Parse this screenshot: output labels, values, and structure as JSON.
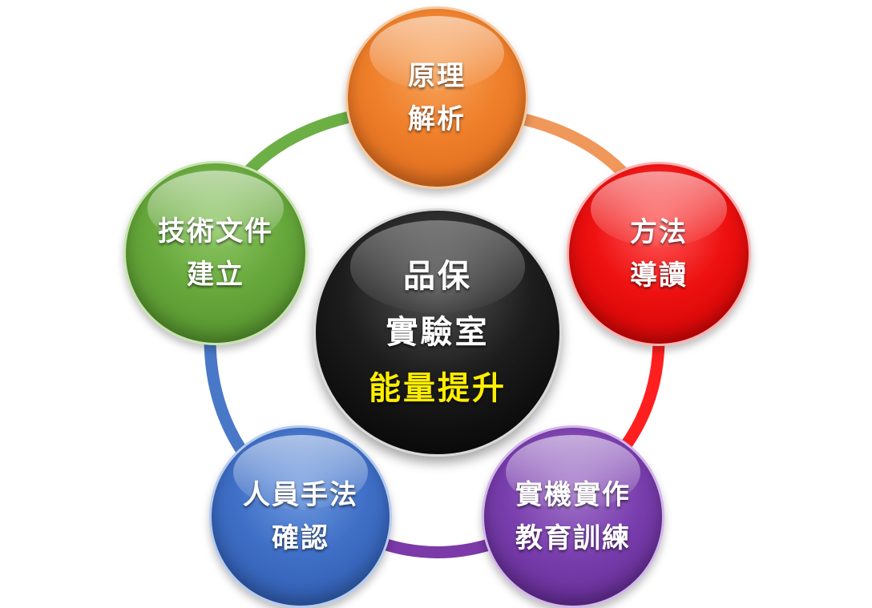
{
  "diagram": {
    "center": {
      "lines": [
        "品保",
        "實驗室",
        "能量提升"
      ],
      "accent_color": "#ffee00"
    },
    "nodes": [
      {
        "id": "top",
        "lines": [
          "原理",
          "解析"
        ],
        "color": "#ef7f2a"
      },
      {
        "id": "right",
        "lines": [
          "方法",
          "導讀"
        ],
        "color": "#ee1111"
      },
      {
        "id": "bottom-right",
        "lines": [
          "實機實作",
          "教育訓練"
        ],
        "color": "#7a3fae"
      },
      {
        "id": "bottom-left",
        "lines": [
          "人員手法",
          "確認"
        ],
        "color": "#3f6fc6"
      },
      {
        "id": "left",
        "lines": [
          "技術文件",
          "建立"
        ],
        "color": "#67a83c"
      }
    ],
    "ring_colors": [
      "#f0975a",
      "#ff1f1f",
      "#7b3aa8",
      "#4a78c8",
      "#6caf45"
    ]
  }
}
